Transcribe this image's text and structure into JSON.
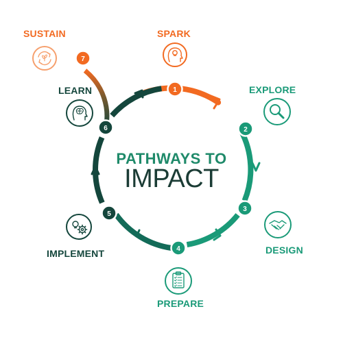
{
  "title": {
    "line1": "PATHWAYS TO",
    "line2": "IMPACT"
  },
  "stages": [
    {
      "number": "1",
      "label": "SPARK",
      "icon": "lightbulb-head-icon"
    },
    {
      "number": "2",
      "label": "EXPLORE",
      "icon": "magnifier-icon"
    },
    {
      "number": "3",
      "label": "DESIGN",
      "icon": "handshake-icon"
    },
    {
      "number": "4",
      "label": "PREPARE",
      "icon": "checklist-icon"
    },
    {
      "number": "5",
      "label": "IMPLEMENT",
      "icon": "idea-gears-icon"
    },
    {
      "number": "6",
      "label": "LEARN",
      "icon": "brain-head-icon"
    },
    {
      "number": "7",
      "label": "SUSTAIN",
      "icon": "sustain-cycle-icon"
    }
  ],
  "colors": {
    "orange": "#f26a21",
    "orange_light": "#f6a06e",
    "green": "#1a9a78",
    "dark_green": "#14463c",
    "title_green": "#1f8a6a",
    "title_dark": "#1b3c35"
  }
}
